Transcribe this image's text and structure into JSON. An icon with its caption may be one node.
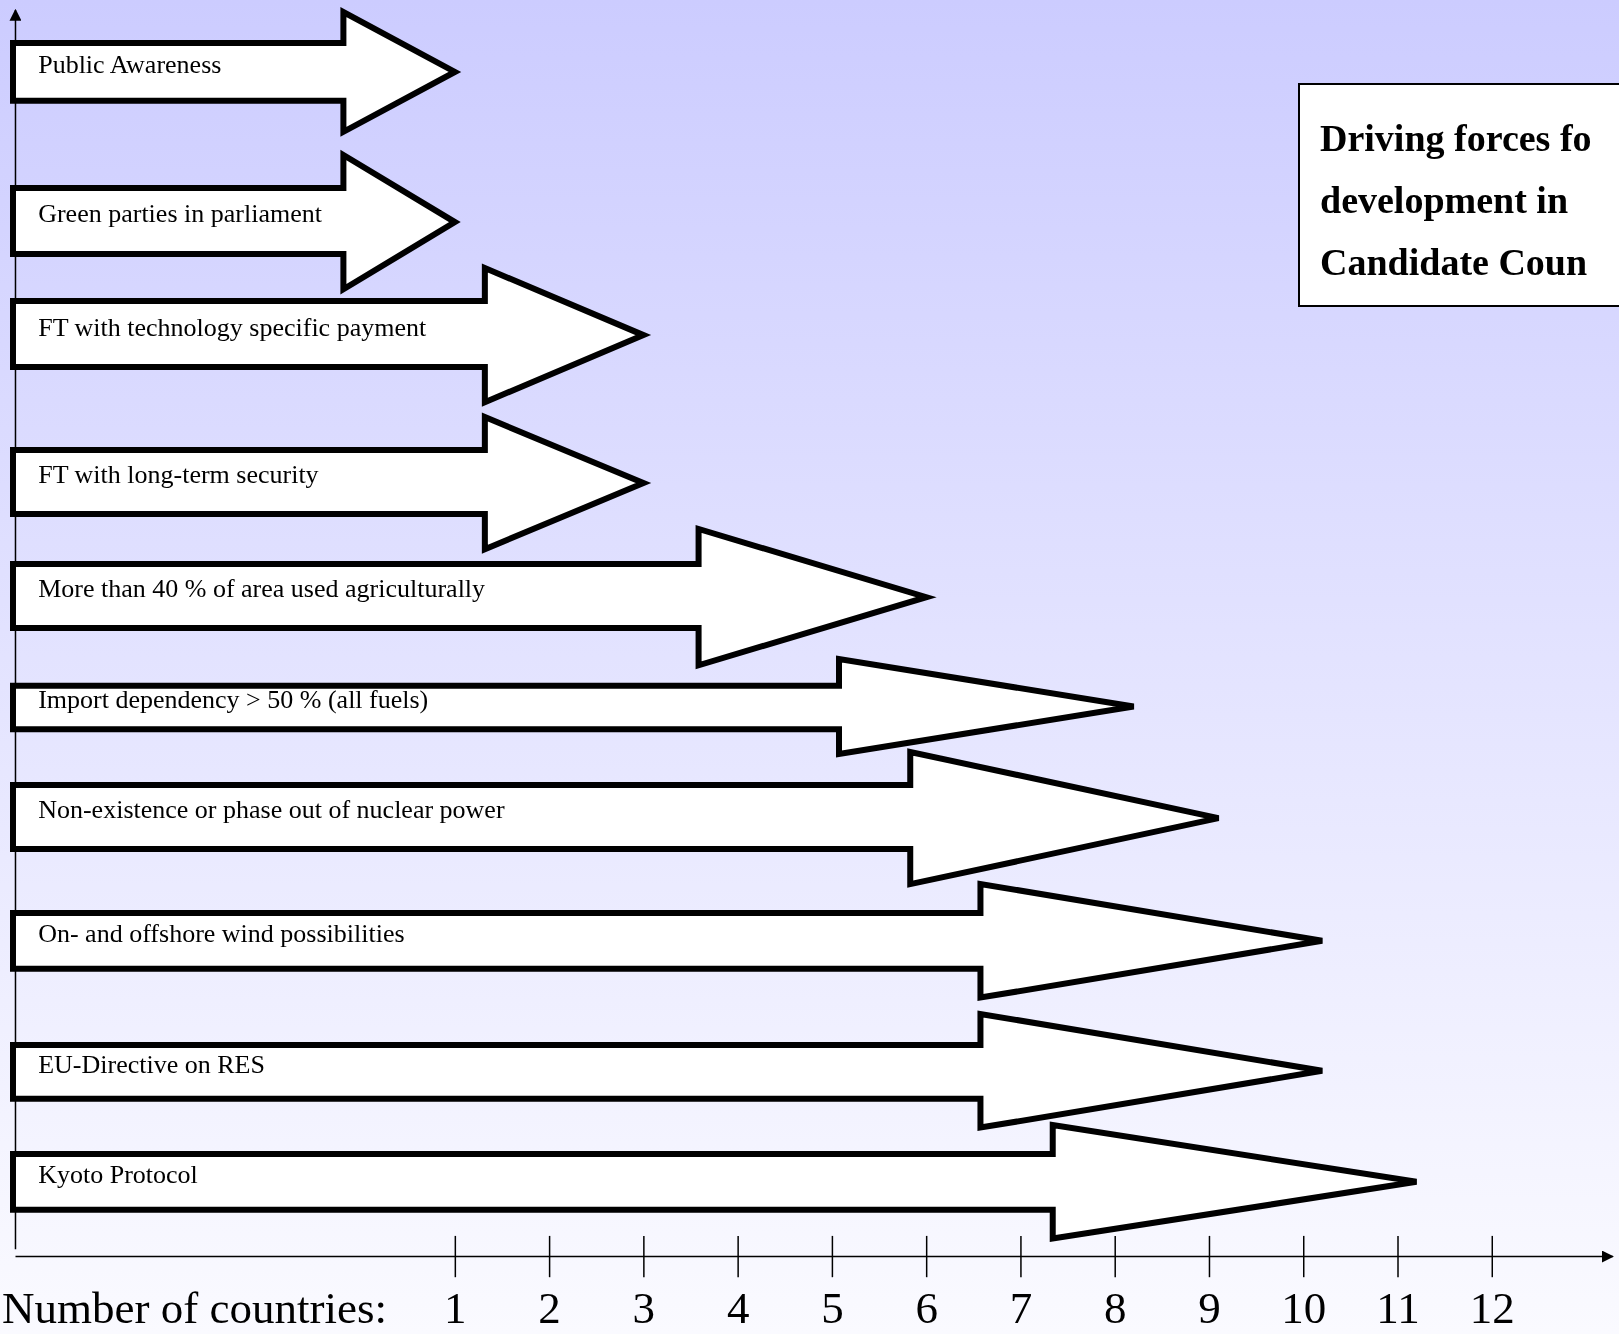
{
  "diagram": {
    "title": "Driving forces fo development in Candidate Coun",
    "nodes": [
      {
        "text": [
          "Public Awareness"
        ]
      },
      {
        "text": [
          "Green parties in parliament"
        ]
      },
      {
        "text": [
          "FT with technology specific payment"
        ]
      },
      {
        "text": [
          "FT with long-term security"
        ]
      },
      {
        "text": [
          "More than 40 % of area used agriculturally"
        ]
      },
      {
        "text": [
          "Import dependency > 50 % (all fuels)"
        ]
      },
      {
        "text": [
          "Non-existence or phase out of nuclear power"
        ]
      },
      {
        "text": [
          "On- and offshore wind possibilities"
        ]
      },
      {
        "text": [
          "EU-Directive on RES"
        ]
      },
      {
        "text": [
          "Kyoto Protocol"
        ]
      }
    ],
    "labels": [
      "Number of countries:",
      "1",
      "2",
      "3",
      "4",
      "5",
      "6",
      "7",
      "8",
      "9",
      "10",
      "11",
      "12"
    ]
  }
}
